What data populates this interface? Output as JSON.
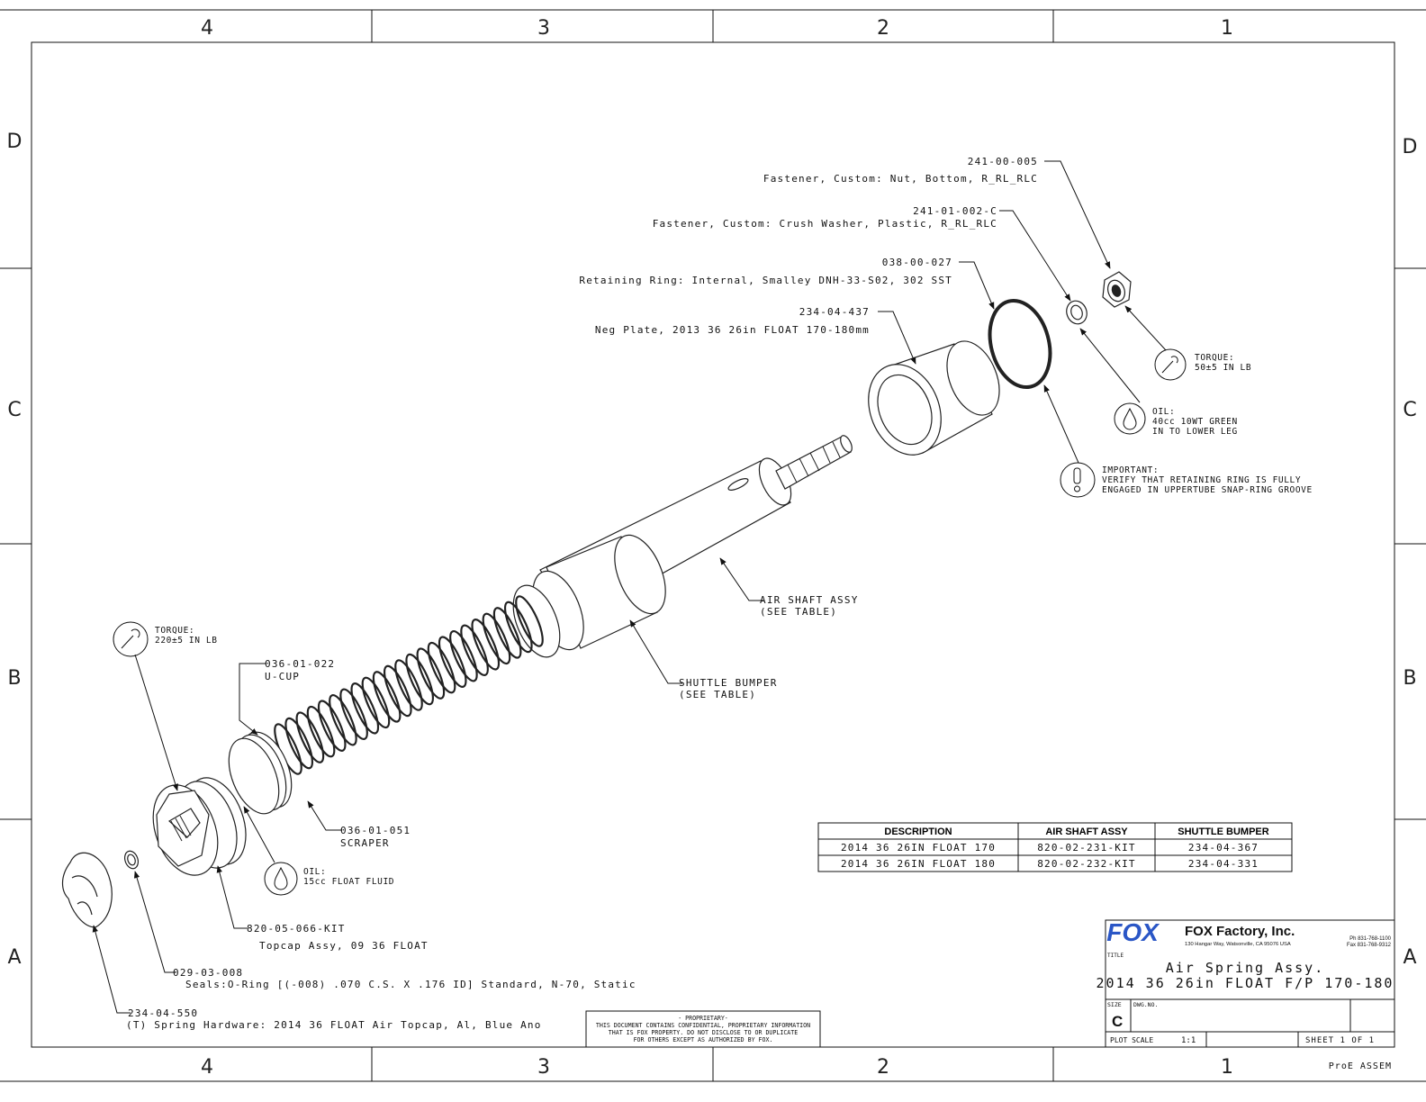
{
  "zones": {
    "columns": [
      "4",
      "3",
      "2",
      "1"
    ],
    "rows": [
      "D",
      "C",
      "B",
      "A"
    ]
  },
  "callouts": {
    "nut": {
      "part": "241-00-005",
      "desc": "Fastener, Custom: Nut, Bottom, R_RL_RLC"
    },
    "washer": {
      "part": "241-01-002-C",
      "desc": "Fastener, Custom: Crush Washer, Plastic, R_RL_RLC"
    },
    "ring": {
      "part": "038-00-027",
      "desc": "Retaining Ring: Internal, Smalley DNH-33-S02, 302 SST"
    },
    "negplate": {
      "part": "234-04-437",
      "desc": "Neg Plate, 2013 36 26in FLOAT 170-180mm"
    },
    "airshaft": {
      "line1": "AIR SHAFT ASSY",
      "line2": "(SEE TABLE)"
    },
    "shuttle": {
      "line1": "SHUTTLE BUMPER",
      "line2": "(SEE TABLE)"
    },
    "ucup": {
      "part": "036-01-022",
      "desc": "U-CUP"
    },
    "scraper": {
      "part": "036-01-051",
      "desc": "SCRAPER"
    },
    "topcap": {
      "part": "820-05-066-KIT",
      "desc": "Topcap Assy, 09 36 FLOAT"
    },
    "oring": {
      "part": "029-03-008",
      "desc": "Seals:O-Ring [(-008) .070 C.S. X .176 ID] Standard, N-70, Static"
    },
    "cap": {
      "part": "234-04-550",
      "desc": "(T) Spring Hardware: 2014 36 FLOAT Air Topcap, Al, Blue Ano"
    }
  },
  "notes": {
    "torque_nut": {
      "line1": "TORQUE:",
      "line2": "50±5 IN LB"
    },
    "oil_lower": {
      "line1": "OIL:",
      "line2": "40cc 10WT GREEN",
      "line3": "IN TO LOWER LEG"
    },
    "important": {
      "line1": "IMPORTANT:",
      "line2": "VERIFY THAT RETAINING RING IS FULLY",
      "line3": "ENGAGED IN UPPERTUBE SNAP-RING GROOVE"
    },
    "torque_cap": {
      "line1": "TORQUE:",
      "line2": "220±5 IN LB"
    },
    "oil_float": {
      "line1": "OIL:",
      "line2": "15cc FLOAT FLUID"
    }
  },
  "table": {
    "headers": [
      "DESCRIPTION",
      "AIR SHAFT ASSY",
      "SHUTTLE BUMPER"
    ],
    "rows": [
      [
        "2014 36 26IN FLOAT 170",
        "820-02-231-KIT",
        "234-04-367"
      ],
      [
        "2014 36 26IN FLOAT 180",
        "820-02-232-KIT",
        "234-04-331"
      ]
    ]
  },
  "proprietary": {
    "line1": "- PROPRIETARY-",
    "line2": "THIS DOCUMENT CONTAINS CONFIDENTIAL, PROPRIETARY INFORMATION",
    "line3": "THAT IS FOX PROPERTY.  DO NOT DISCLOSE TO OR DUPLICATE",
    "line4": "FOR OTHERS EXCEPT AS AUTHORIZED BY FOX."
  },
  "title_block": {
    "logo": "FOX",
    "company": "FOX Factory, Inc.",
    "address": "130 Hangar Way, Watsonville, CA 95076 USA",
    "phone": "Ph 831-768-1100",
    "fax": "Fax 831-768-9312",
    "title_label": "TITLE",
    "title_line1": "Air Spring Assy.",
    "title_line2": "2014 36 26in FLOAT F/P 170-180",
    "size_label": "SIZE",
    "size": "C",
    "dwg_label": "DWG.NO.",
    "plot_scale_label": "PLOT SCALE",
    "plot_scale": "1:1",
    "sheet": "SHEET 1 OF 1",
    "source": "ProE ASSEM"
  },
  "colors": {
    "logo": "#2a56c6",
    "line": "#111111"
  }
}
